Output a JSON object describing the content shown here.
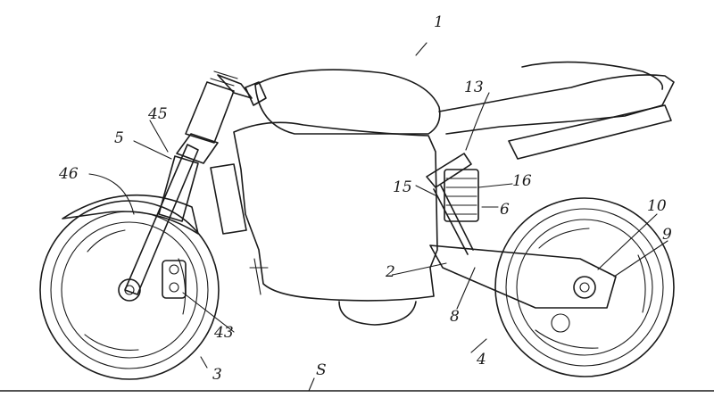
{
  "figure": {
    "subject": "motorcycle",
    "labels": {
      "l1": "1",
      "l2": "2",
      "l3": "3",
      "l4": "4",
      "l5": "5",
      "l6": "6",
      "l8": "8",
      "l9": "9",
      "l10": "10",
      "l13": "13",
      "l15": "15",
      "l16": "16",
      "l43": "43",
      "l45": "45",
      "l46": "46",
      "lS": "S"
    }
  }
}
